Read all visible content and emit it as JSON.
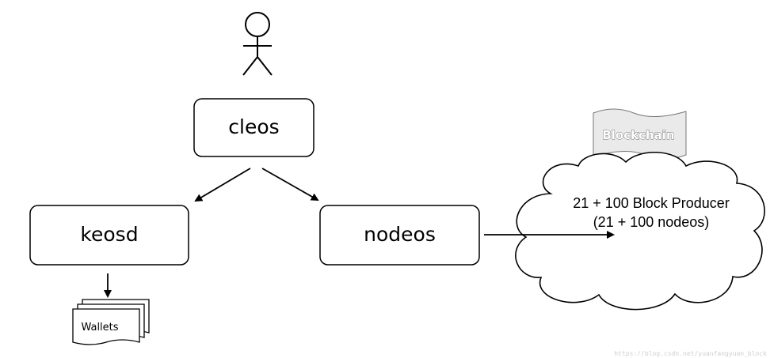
{
  "nodes": {
    "user": {
      "icon": "stick-figure-icon"
    },
    "cleos": {
      "label": "cleos"
    },
    "keosd": {
      "label": "keosd"
    },
    "nodeos": {
      "label": "nodeos"
    },
    "wallets": {
      "label": "Wallets",
      "icon": "stacked-documents-icon"
    },
    "cloud": {
      "line1": "21 + 100 Block Producer",
      "line2": "(21 + 100 nodeos)",
      "icon": "cloud-icon"
    },
    "blockchain_banner": {
      "label": "Blockchain",
      "icon": "banner-flag-icon"
    }
  },
  "edges": [
    {
      "from": "cleos",
      "to": "keosd"
    },
    {
      "from": "cleos",
      "to": "nodeos"
    },
    {
      "from": "keosd",
      "to": "wallets"
    },
    {
      "from": "nodeos",
      "to": "cloud"
    }
  ],
  "watermark": "https://blog.csdn.net/yuanfangyuan_block",
  "colors": {
    "stroke": "#000000",
    "background": "#ffffff",
    "banner_fill": "#eaeaea",
    "banner_text_outline": "#6d6d6d"
  }
}
